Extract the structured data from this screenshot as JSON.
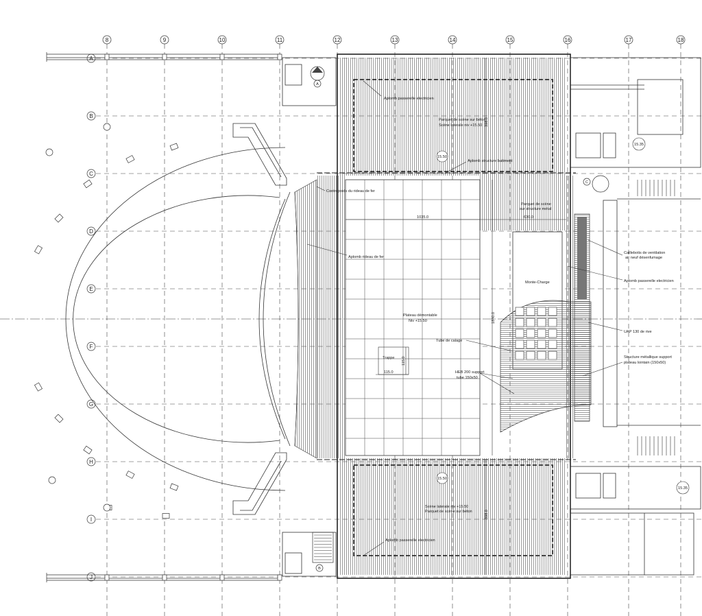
{
  "grid": {
    "columns": [
      "8",
      "9",
      "10",
      "11",
      "12",
      "13",
      "14",
      "15",
      "16",
      "17",
      "18"
    ],
    "rows": [
      "A",
      "B",
      "C",
      "D",
      "E",
      "F",
      "G",
      "H",
      "I",
      "J"
    ]
  },
  "labels": {
    "aplomb_passerelle_top": "Aplomb passerelle electricien",
    "parquet_top_1": "Parquet de scène sur béton",
    "parquet_top_2": "Scène laterale niv +15.50",
    "level_top": "15.50",
    "dim_top": "398.0",
    "aplomb_structure": "Aplomb structure batiment",
    "contrepoids": "Contrepoids du rideau de fer",
    "parquet_metal_1": "Parquet de scène",
    "parquet_metal_2": "sur structure métal",
    "dim_1035": "1035.0",
    "dim_630": "630.0",
    "aplomb_rideau": "Aplomb rideau de fer",
    "caillebotis_1": "Caillebotis de ventilation",
    "caillebotis_2": "air neuf désenfumage",
    "monte_charge": "Monte-Charge",
    "aplomb_passerelle_right": "Aplomb passerelle electricien",
    "plateau_1": "Plateau démontable",
    "plateau_2": "Niv +15.50",
    "dim_1840": "1840.0",
    "uap": "UAP 130 de rive",
    "tube_calage": "Tube de calage",
    "structure_1": "Structure métallique support",
    "structure_2": "plateau lointain (150x50)",
    "trappe": "Trappe",
    "dim_115_v": "115.0",
    "dim_115_h": "115.0",
    "heb_1": "HEB 200 support",
    "heb_2": "tube 150x50",
    "level_bottom": "15.50",
    "scene_bottom_1": "Scène laterale niv +15.50",
    "scene_bottom_2": "Parquet de scène sur béton",
    "dim_bottom": "398.0",
    "aplomb_passerelle_bottom": "Aplomb passerelle electricien",
    "level_right_top": "15.35",
    "level_right_bottom": "15.35",
    "stair_a": "A",
    "stair_b": "B",
    "stair_c": "C"
  }
}
